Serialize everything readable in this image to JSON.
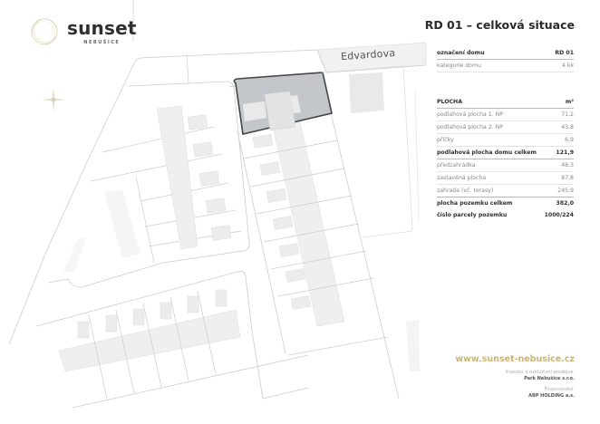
{
  "brand": {
    "name": "sunset",
    "subtitle": "NEBUŠICE"
  },
  "header": {
    "title": "RD 01 – celková situace"
  },
  "map": {
    "street_label": "Edvardova",
    "highlight_color": "#c3c6cb",
    "compass_icon": "compass-rose-icon"
  },
  "info_table": {
    "rows_top": [
      {
        "label": "označení domu",
        "value": "RD 01"
      },
      {
        "label": "kategorie domu",
        "value": "4 kk"
      }
    ],
    "area_header": {
      "label": "PLOCHA",
      "unit": "m²"
    },
    "rows_area": [
      {
        "label": "podlahová plocha 1. NP",
        "value": "71,2"
      },
      {
        "label": "podlahová plocha 2. NP",
        "value": "43,8"
      },
      {
        "label": "příčky",
        "value": "6,9"
      }
    ],
    "total_house": {
      "label": "podlahová plocha domu celkem",
      "value": "121,9"
    },
    "rows_plot": [
      {
        "label": "předzahrádka",
        "value": "48,3"
      },
      {
        "label": "zastavěná plocha",
        "value": "87,8"
      },
      {
        "label": "zahrada (vč. terasy)",
        "value": "245,9"
      }
    ],
    "total_plot": {
      "label": "plocha pozemku celkem",
      "value": "382,0"
    },
    "parcel": {
      "label": "číslo parcely pozemku",
      "value": "1000/224"
    }
  },
  "footer": {
    "website": "www.sunset-nebusice.cz",
    "investor_caption": "Investor a exkluzivní prodejce:",
    "investor": "Park Nebušice s.r.o.",
    "financier_caption": "Financovatel:",
    "financier": "ABP HOLDING a.s."
  }
}
